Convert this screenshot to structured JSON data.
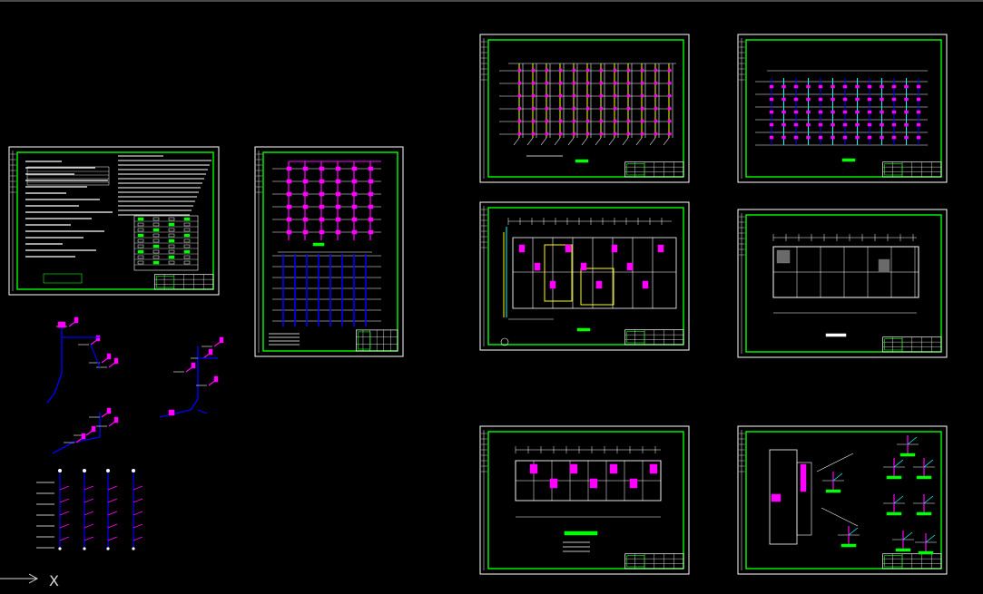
{
  "workspace": {
    "background": "#000000",
    "sheet_frame_color": "#ffffff",
    "inner_border_color": "#00ff00",
    "accent_colors": {
      "plumbing_pipe": "#ff00ff",
      "cold_water": "#ffff00",
      "riser": "#0000ff",
      "dimension": "#ffffff",
      "cyan_pipe": "#00ffff",
      "label_text": "#ffffff"
    }
  },
  "drawing_sheets": [
    {
      "id": "design-notes",
      "kind": "notes"
    },
    {
      "id": "riser-diagram-1",
      "kind": "riser"
    },
    {
      "id": "riser-diagram-2",
      "kind": "riser-yellow"
    },
    {
      "id": "riser-diagram-3",
      "kind": "riser-cyan"
    },
    {
      "id": "floor-plan-1",
      "kind": "plan-colored"
    },
    {
      "id": "floor-plan-2",
      "kind": "plan-white"
    },
    {
      "id": "floor-plan-3",
      "kind": "plan-colored-small"
    },
    {
      "id": "detail-sheet",
      "kind": "details"
    }
  ],
  "loose_drawings": [
    {
      "id": "axonometric-1",
      "kind": "axonometric"
    },
    {
      "id": "axonometric-2",
      "kind": "axonometric"
    },
    {
      "id": "axonometric-3",
      "kind": "axonometric"
    },
    {
      "id": "riser-sketch",
      "kind": "risers-loose"
    }
  ],
  "ucs": {
    "axis_label": "X",
    "icon": "ucs-axis-icon"
  }
}
